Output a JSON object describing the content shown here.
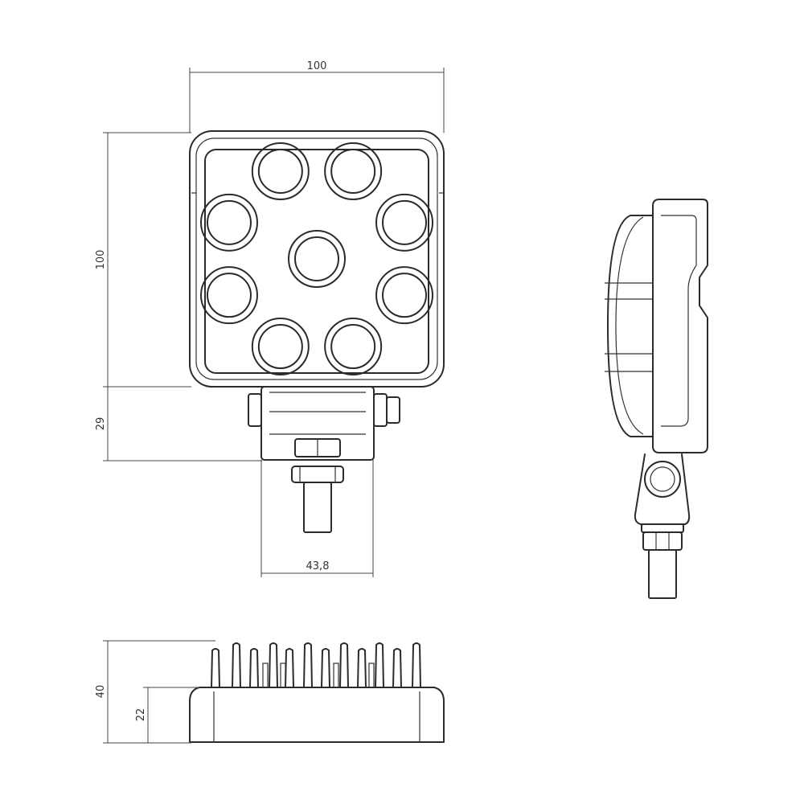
{
  "diagram": {
    "front_view": {
      "led_count": 9,
      "dimensions": {
        "width": "100",
        "height": "100",
        "bracket_height": "29",
        "bracket_width": "43,8"
      }
    },
    "bottom_view": {
      "dimensions": {
        "total_depth": "40",
        "housing_depth": "22"
      }
    },
    "colors": {
      "stroke": "#2b2b2b",
      "background": "#ffffff"
    }
  }
}
